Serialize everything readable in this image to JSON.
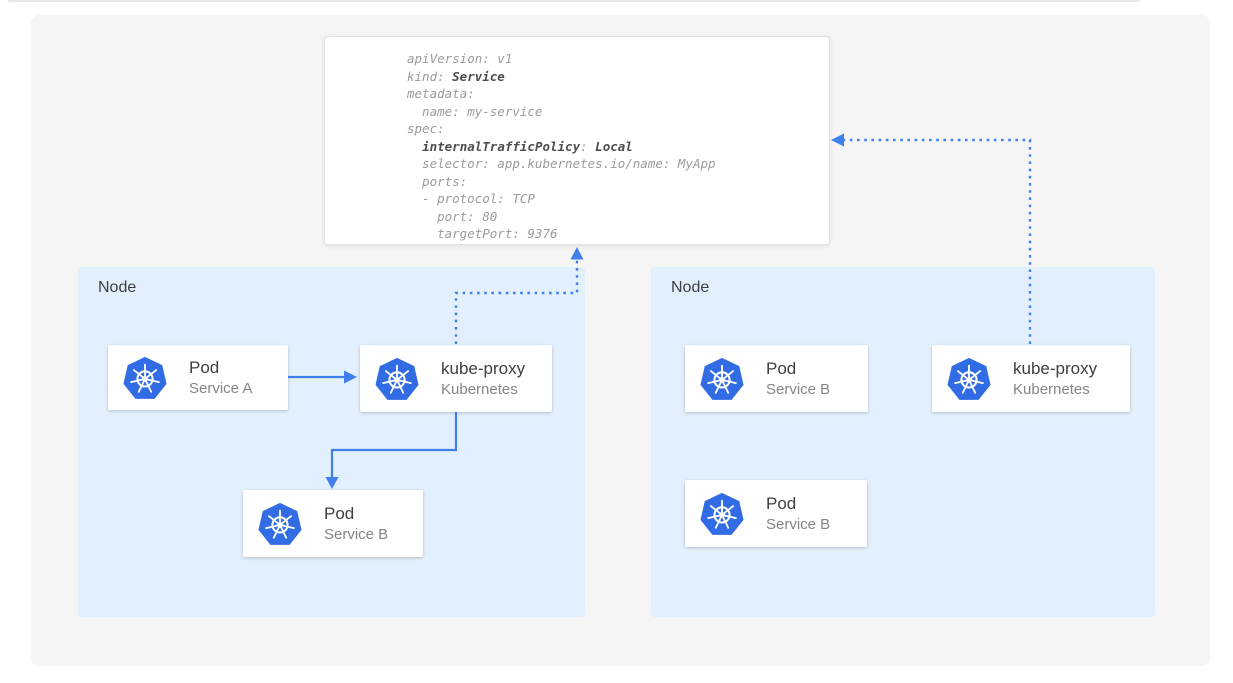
{
  "colors": {
    "canvas_bg": "#f5f5f5",
    "node_bg": "#e2f0fd",
    "card_bg": "#ffffff",
    "arrow_blue": "#4080ec",
    "k8s_blue": "#326ce5",
    "title_text": "#3c4043",
    "subtitle_text": "#80868b",
    "code_text": "#9b9b9b",
    "code_bold_text": "#4d4d4d",
    "divider": "#e8e8e8"
  },
  "icons": {
    "kubernetes_logo": "blue heptagon with white helm wheel (7 spokes)"
  },
  "service_manifest": {
    "lines": [
      [
        {
          "t": "apiVersion: v1",
          "b": false
        }
      ],
      [
        {
          "t": "kind: ",
          "b": false
        },
        {
          "t": "Service",
          "b": true
        }
      ],
      [
        {
          "t": "metadata:",
          "b": false
        }
      ],
      [
        {
          "t": "  name: my-service",
          "b": false
        }
      ],
      [
        {
          "t": "spec:",
          "b": false
        }
      ],
      [
        {
          "t": "  ",
          "b": false
        },
        {
          "t": "internalTrafficPolicy",
          "b": true
        },
        {
          "t": ": ",
          "b": false
        },
        {
          "t": "Local",
          "b": true
        }
      ],
      [
        {
          "t": "  selector: app.kubernetes.io/name: MyApp",
          "b": false
        }
      ],
      [
        {
          "t": "  ports:",
          "b": false
        }
      ],
      [
        {
          "t": "  - protocol: TCP",
          "b": false
        }
      ],
      [
        {
          "t": "    port: 80",
          "b": false
        }
      ],
      [
        {
          "t": "    targetPort: 9376",
          "b": false
        }
      ]
    ]
  },
  "nodes": [
    {
      "label": "Node",
      "cards": [
        {
          "title": "Pod",
          "subtitle": "Service A"
        },
        {
          "title": "kube-proxy",
          "subtitle": "Kubernetes"
        },
        {
          "title": "Pod",
          "subtitle": "Service B"
        }
      ]
    },
    {
      "label": "Node",
      "cards": [
        {
          "title": "Pod",
          "subtitle": "Service B"
        },
        {
          "title": "kube-proxy",
          "subtitle": "Kubernetes"
        },
        {
          "title": "Pod",
          "subtitle": "Service B"
        }
      ]
    }
  ]
}
